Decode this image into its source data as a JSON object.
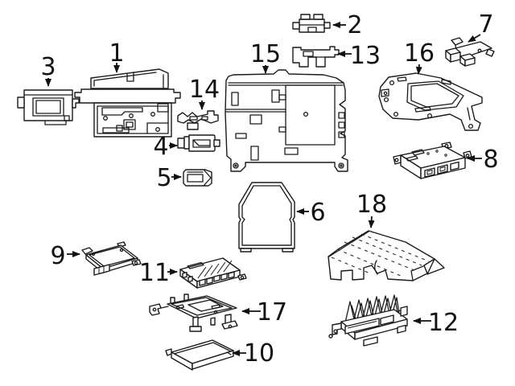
{
  "diagram": {
    "type": "exploded-parts-line-diagram",
    "background_color": "#ffffff",
    "line_color": "#1a1a1a",
    "label_color": "#111111",
    "callouts": [
      {
        "num": "1",
        "part": "head-unit-chassis"
      },
      {
        "num": "2",
        "part": "small-mounting-bracket"
      },
      {
        "num": "3",
        "part": "small-module"
      },
      {
        "num": "4",
        "part": "cylindrical-sensor"
      },
      {
        "num": "5",
        "part": "retainer-clip"
      },
      {
        "num": "6",
        "part": "u-shaped-bracket"
      },
      {
        "num": "7",
        "part": "connector-module"
      },
      {
        "num": "8",
        "part": "control-module"
      },
      {
        "num": "9",
        "part": "small-mounted-module"
      },
      {
        "num": "10",
        "part": "flat-control-module"
      },
      {
        "num": "11",
        "part": "ribbed-control-module"
      },
      {
        "num": "12",
        "part": "amplifier-with-heatsink-fins"
      },
      {
        "num": "13",
        "part": "stepped-bracket"
      },
      {
        "num": "14",
        "part": "wavy-bracket"
      },
      {
        "num": "15",
        "part": "large-mounting-panel"
      },
      {
        "num": "16",
        "part": "mounting-plate-with-opening"
      },
      {
        "num": "17",
        "part": "mounting-bracket-frame"
      },
      {
        "num": "18",
        "part": "textured-cover"
      }
    ]
  }
}
